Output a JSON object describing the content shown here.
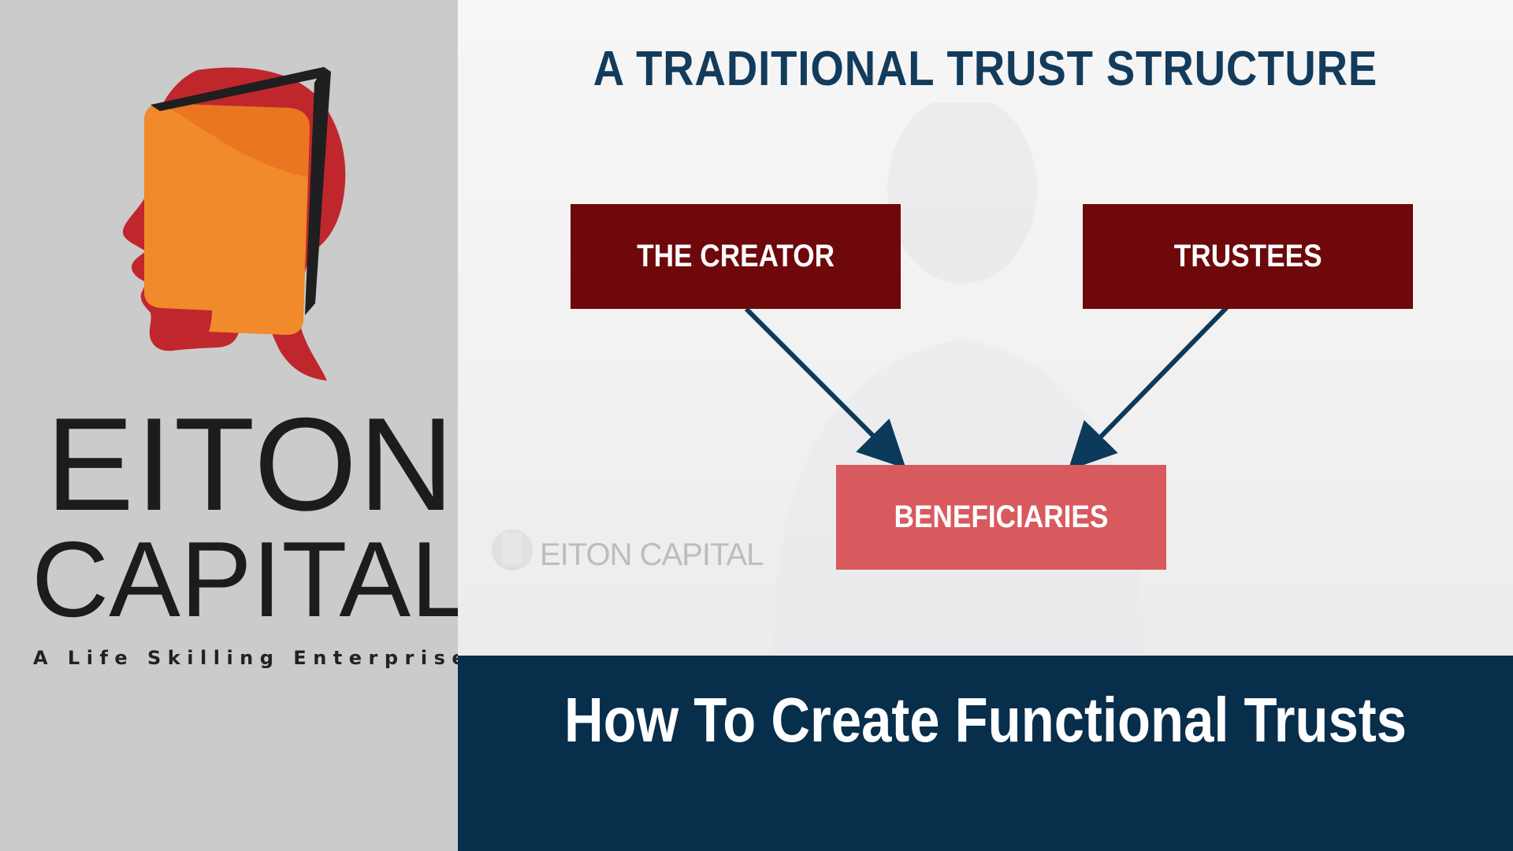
{
  "brand": {
    "name_line1": "EITON",
    "name_line2": "CAPITAL",
    "tagline": "A Life Skilling Enterprise",
    "watermark_text": "EITON CAPITAL",
    "colors": {
      "red": "#c0272d",
      "orange": "#f07a22",
      "dark": "#1c1c1c",
      "panel": "#cbcbcb"
    }
  },
  "diagram": {
    "title": "A TRADITIONAL TRUST STRUCTURE",
    "nodes": {
      "creator": "THE CREATOR",
      "trustees": "TRUSTEES",
      "beneficiaries": "BENEFICIARIES"
    },
    "edges": [
      {
        "from": "THE CREATOR",
        "to": "BENEFICIARIES"
      },
      {
        "from": "TRUSTEES",
        "to": "BENEFICIARIES"
      }
    ],
    "colors": {
      "title": "#123b5c",
      "source_node": "#6e080b",
      "target_node": "#d85a5e",
      "arrow": "#0c3a5a"
    }
  },
  "banner": {
    "title": "How To Create Functional Trusts",
    "color": "#072e4b"
  }
}
